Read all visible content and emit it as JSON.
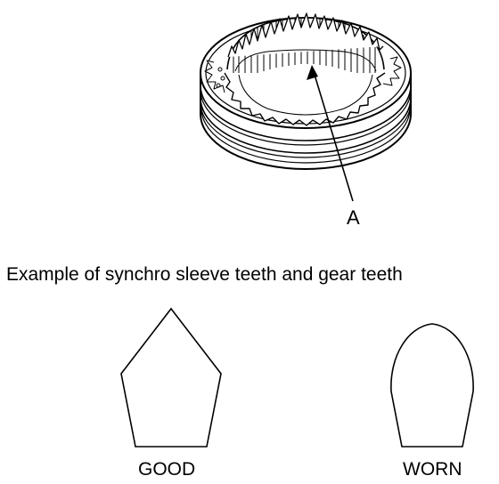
{
  "callout": {
    "label": "A"
  },
  "caption": "Example of synchro sleeve teeth and gear teeth",
  "examples": {
    "good_label": "GOOD",
    "worn_label": "WORN"
  },
  "colors": {
    "line": "#000000",
    "background": "#ffffff"
  }
}
